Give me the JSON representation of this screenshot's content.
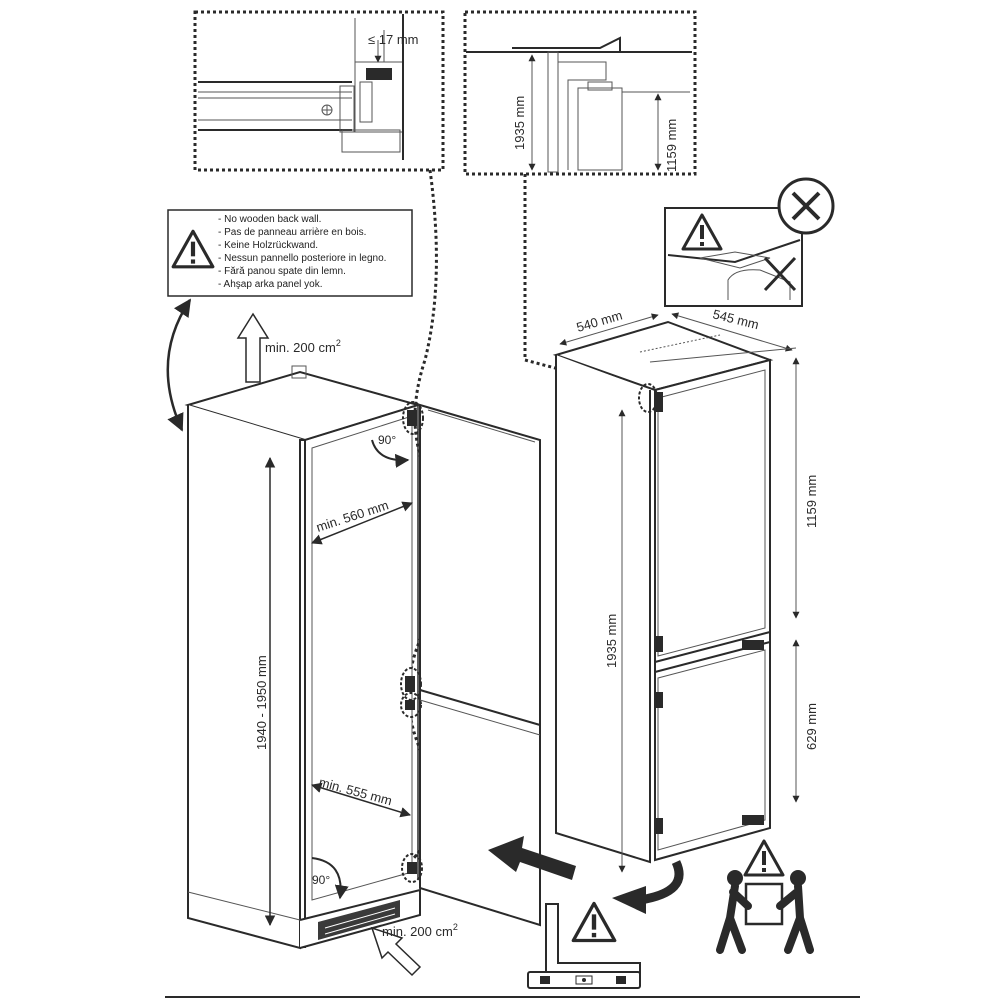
{
  "warning_box": {
    "lines": [
      "- No wooden back wall.",
      "- Pas de panneau arrière en bois.",
      "- Keine Holzrückwand.",
      "- Nessun pannello posteriore in legno.",
      "- Fără panou spate din lemn.",
      "- Ahşap arka panel yok."
    ]
  },
  "dimensions": {
    "gap_top": "≤ 17 mm",
    "detail_height_total": "1935 mm",
    "detail_height_upper": "1159 mm",
    "vent_top": "min. 200 cm",
    "vent_bottom": "min. 200 cm",
    "vent_unit_sup": "2",
    "angle_top": "90°",
    "angle_bottom": "90°",
    "niche_width_top": "min. 560 mm",
    "niche_width_bottom": "min. 555 mm",
    "niche_height": "1940 - 1950 mm",
    "appliance_width": "540 mm",
    "appliance_depth": "545 mm",
    "appliance_height": "1935 mm",
    "upper_door_height": "1159 mm",
    "lower_door_height": "629 mm"
  },
  "icons": {
    "warning": "warning-triangle-icon",
    "prohibited": "x-circle-icon",
    "two_person": "two-person-lift-icon",
    "level": "spirit-level-icon"
  },
  "colors": {
    "line": "#2a2a2a",
    "paper": "#ffffff"
  }
}
